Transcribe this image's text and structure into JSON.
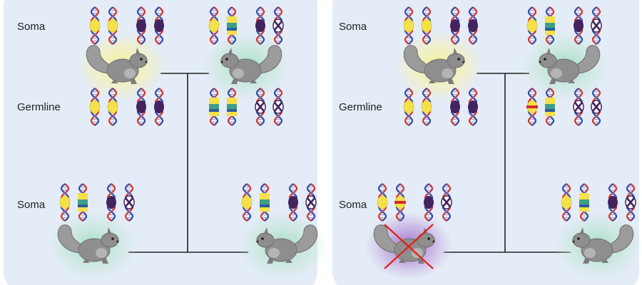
{
  "labels": {
    "soma": "Soma",
    "germline": "Germline"
  },
  "colors": {
    "panel_bg": "#e4ecf7",
    "dna_red": "#d6322e",
    "dna_blue": "#3a46a8",
    "allele_yellow": "#f4e04a",
    "allele_purple": "#43245f",
    "mutation_green": "#3f9e86",
    "mutation_blue": "#2e5d9a",
    "mutation_red": "#d32b2b",
    "squirrel_gray": "#8e8e8e",
    "glow_yellow": "#f7f2a6",
    "glow_green": "#b6e2cf",
    "glow_purple": "#a27cc6",
    "cross": "#e0221f"
  },
  "panels": [
    {
      "name": "left-panel",
      "individuals": [
        {
          "role": "parent-1",
          "glow": "yellow",
          "dead": false,
          "soma": [
            "yellow",
            "yellow",
            "purple",
            "purple"
          ],
          "germline": [
            "yellow",
            "yellow",
            "purple",
            "purple"
          ]
        },
        {
          "role": "parent-2",
          "glow": "green",
          "dead": false,
          "soma": [
            "yellow",
            "striped",
            "purple",
            "crossed"
          ],
          "germline": [
            "striped",
            "striped",
            "crossed",
            "crossed"
          ]
        },
        {
          "role": "offspring-1",
          "glow": "green",
          "dead": false,
          "soma": [
            "yellow",
            "striped",
            "purple",
            "crossed"
          ]
        },
        {
          "role": "offspring-2",
          "glow": "green",
          "dead": false,
          "soma": [
            "yellow",
            "striped",
            "purple",
            "crossed"
          ]
        }
      ]
    },
    {
      "name": "right-panel",
      "individuals": [
        {
          "role": "parent-1",
          "glow": "yellow",
          "dead": false,
          "soma": [
            "yellow",
            "yellow",
            "purple",
            "purple"
          ],
          "germline": [
            "yellow",
            "yellow",
            "purple",
            "purple"
          ]
        },
        {
          "role": "parent-2",
          "glow": "green",
          "dead": false,
          "soma": [
            "yellow",
            "striped",
            "purple",
            "crossed"
          ],
          "germline": [
            "redband",
            "striped",
            "crossed",
            "crossed"
          ]
        },
        {
          "role": "offspring-1",
          "glow": "purple",
          "dead": true,
          "soma": [
            "yellow",
            "redband",
            "purple",
            "crossed"
          ]
        },
        {
          "role": "offspring-2",
          "glow": "green",
          "dead": false,
          "soma": [
            "yellow",
            "striped",
            "purple",
            "crossed"
          ]
        }
      ]
    }
  ]
}
